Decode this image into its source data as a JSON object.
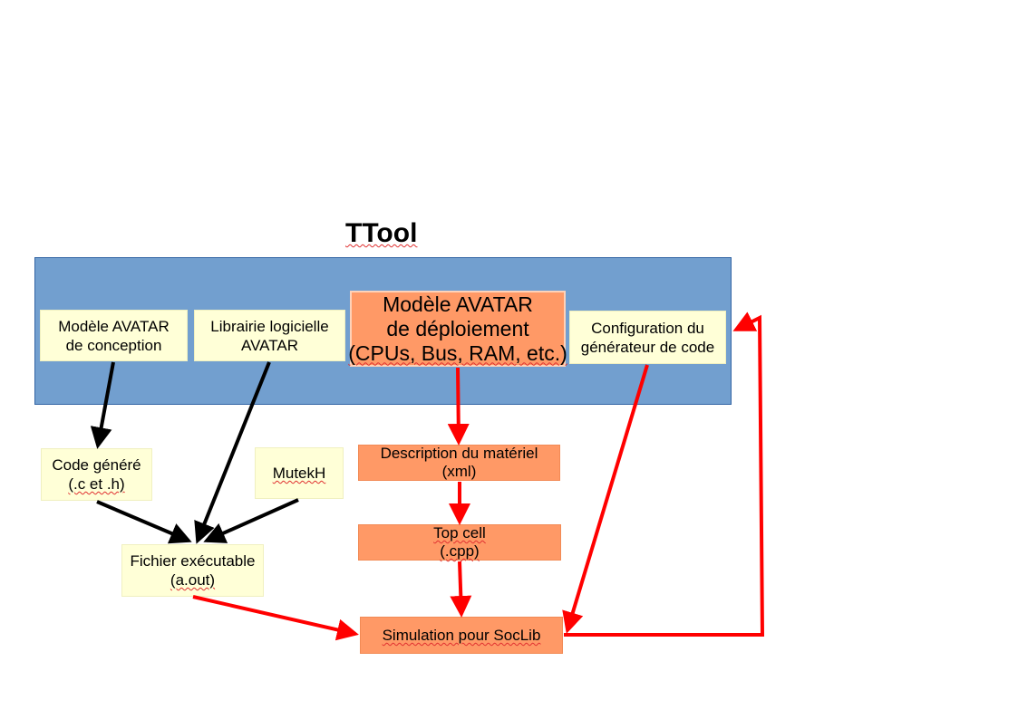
{
  "title": "TTool",
  "boxes": {
    "conception": {
      "line1": "Modèle AVATAR",
      "line2": "de conception"
    },
    "librairie": {
      "line1": "Librairie logicielle",
      "line2": "AVATAR"
    },
    "deploiement": {
      "line1": "Modèle AVATAR",
      "line2": "de déploiement",
      "line3": "(CPUs, Bus, RAM, etc.)"
    },
    "configuration": {
      "line1": "Configuration du",
      "line2": "générateur de code"
    },
    "code_genere": {
      "line1": "Code généré",
      "line2": "(.c et .h)"
    },
    "mutekh": {
      "line1": "MutekH"
    },
    "fichier": {
      "line1": "Fichier exécutable",
      "line2": "(a.out)"
    },
    "description": {
      "line1": "Description du matériel",
      "line2": "(xml)"
    },
    "topcell": {
      "line1": "Top cell",
      "line2": "(.cpp)"
    },
    "simulation": {
      "line1": "Simulation pour SocLib"
    }
  },
  "colors": {
    "panel": "#729fcf",
    "yellow_box": "#ffffd7",
    "orange_box": "#ff9966",
    "arrow_black": "#000000",
    "arrow_red": "#ff0000"
  }
}
